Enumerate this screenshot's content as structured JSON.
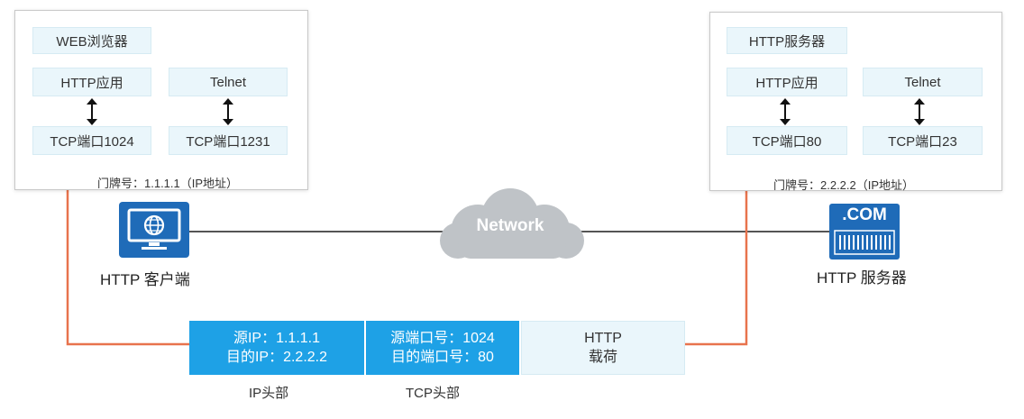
{
  "client": {
    "browser_label": "WEB浏览器",
    "http_app_label": "HTTP应用",
    "telnet_label": "Telnet",
    "tcp_port_a": "TCP端口1024",
    "tcp_port_b": "TCP端口1231",
    "door_label": "门牌号：1.1.1.1（IP地址）",
    "device_caption": "HTTP 客户端",
    "device_icon": "monitor-icon"
  },
  "server": {
    "server_label": "HTTP服务器",
    "http_app_label": "HTTP应用",
    "telnet_label": "Telnet",
    "tcp_port_a": "TCP端口80",
    "tcp_port_b": "TCP端口23",
    "door_label": "门牌号：2.2.2.2（IP地址）",
    "device_caption": "HTTP 服务器",
    "device_badge": ".COM",
    "device_icon": "server-icon"
  },
  "network": {
    "label": "Network",
    "icon": "cloud-icon"
  },
  "packet": {
    "ip_header": {
      "line1": "源IP：1.1.1.1",
      "line2": "目的IP：2.2.2.2",
      "label": "IP头部"
    },
    "tcp_header": {
      "line1": "源端口号：1024",
      "line2": "目的端口号：80",
      "label": "TCP头部"
    },
    "payload": {
      "line1": "HTTP",
      "line2": "载荷"
    }
  },
  "colors": {
    "header_blue": "#1ea1e6",
    "light_box": "#eaf6fb",
    "flow_line": "#e8734d",
    "device_blue": "#1f6bb8",
    "cloud_gray": "#bfc3c7",
    "link_line": "#555555"
  }
}
